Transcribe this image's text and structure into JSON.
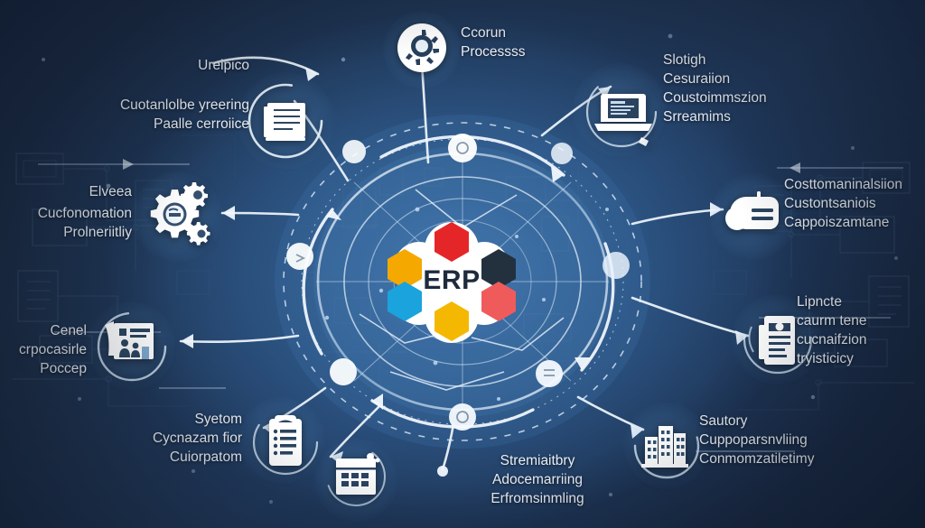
{
  "meta": {
    "center_label": "ERP",
    "background_color": "#1e3049",
    "accent_white": "#ffffff"
  },
  "center": {
    "label": "ERP",
    "petals": [
      {
        "name": "petal-red",
        "color": "#e52628"
      },
      {
        "name": "petal-navy",
        "color": "#23313f"
      },
      {
        "name": "petal-coral",
        "color": "#ef5b5b"
      },
      {
        "name": "petal-amber",
        "color": "#f5a800"
      },
      {
        "name": "petal-cyan",
        "color": "#1aa3dd"
      },
      {
        "name": "petal-yellow",
        "color": "#f5b800"
      }
    ]
  },
  "nodes": [
    {
      "id": "top-left",
      "icon": "document-report-icon",
      "heading": "Ureipico",
      "text": "Cuotanlolbe yreering\nPaalle cerroiice"
    },
    {
      "id": "top-center",
      "icon": "gear-process-icon",
      "text": "Ccorun\nProcessss"
    },
    {
      "id": "top-right",
      "icon": "laptop-icon",
      "text": "Slotigh\nCesuraiion\nCoustoimmszion\nSrreamims"
    },
    {
      "id": "left-upper",
      "icon": "gears-icon",
      "heading": "Elveea",
      "text": "Cucfonomation\nProlneriitliy"
    },
    {
      "id": "right-upper",
      "icon": "tag-label-icon",
      "text": "Costtomaninalsiion\nCustontsaniois\nCappoiszamtane"
    },
    {
      "id": "left-lower",
      "icon": "presentation-people-icon",
      "text": "Cenel\ncrpocasirle\nPocceр"
    },
    {
      "id": "right-lower",
      "icon": "clipboard-list-icon",
      "text": "Lipncte\ncaurm tene\ncucnaifzion\ntryisticicy"
    },
    {
      "id": "bottom-left",
      "icon": "clipboard-icon",
      "text": "Syetom\nCycnazam fior\nCuiorpatom"
    },
    {
      "id": "bottom-center-left",
      "icon": "calendar-icon",
      "text": ""
    },
    {
      "id": "bottom-center",
      "icon": "",
      "text": "Stremiaitbry\nAdocemarriing\nErfromsinmling"
    },
    {
      "id": "bottom-right",
      "icon": "buildings-icon",
      "text": "Sautory\nCuppoparsnvliing\nConmomzatiletimy"
    }
  ]
}
